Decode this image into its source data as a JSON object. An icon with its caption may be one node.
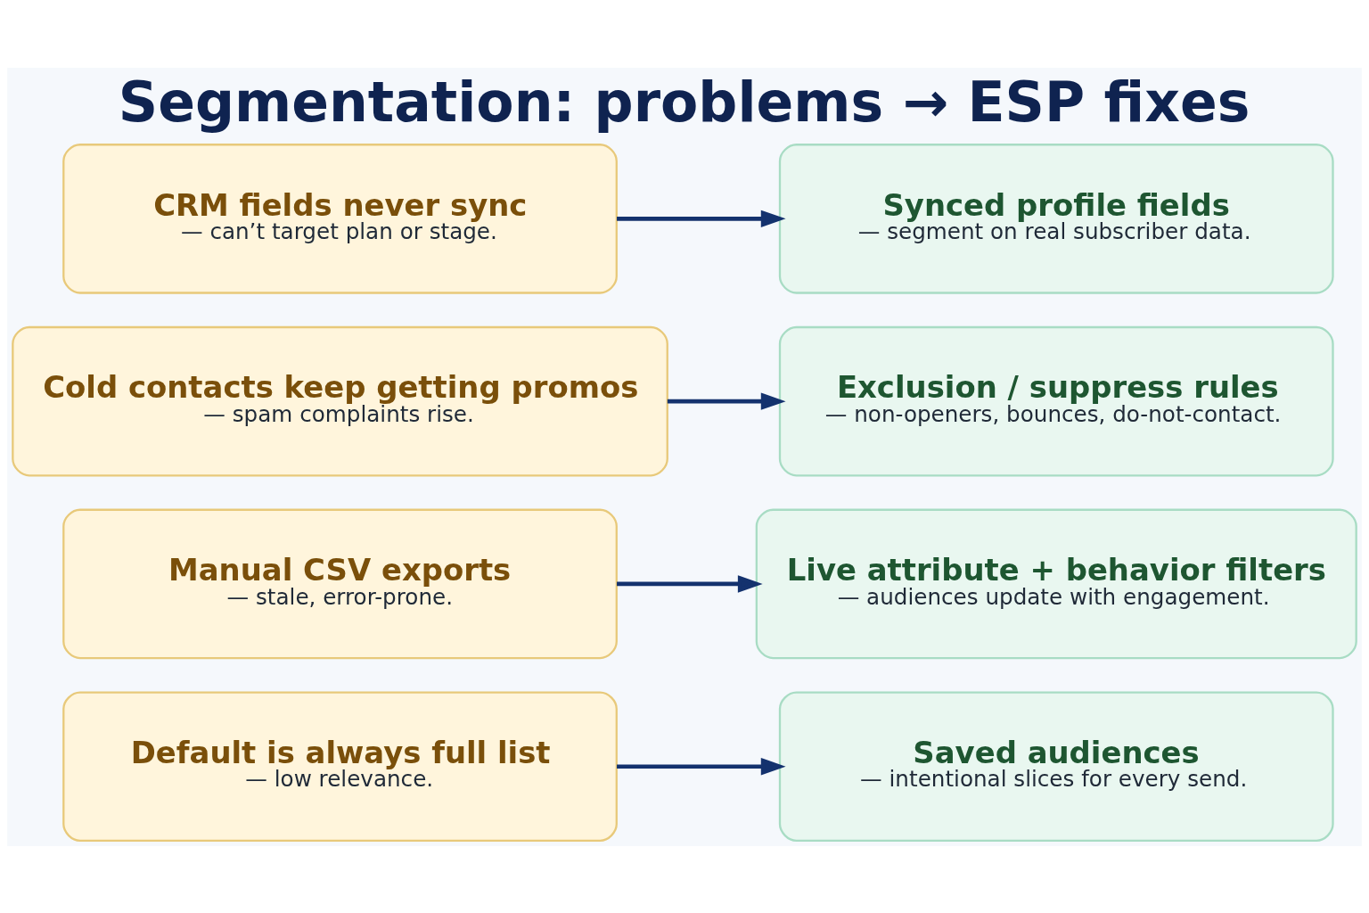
{
  "diagram": {
    "title": "Segmentation: problems → ESP fixes",
    "nodes": [
      {
        "text": [
          "Default is always full list",
          "— low relevance."
        ]
      },
      {
        "text": [
          "Saved audiences",
          "— intentional slices for every send."
        ]
      },
      {
        "text": [
          "Manual CSV exports",
          "— stale, error-prone."
        ]
      },
      {
        "text": [
          "Live attribute + behavior filters",
          "— audiences update with engagement."
        ]
      },
      {
        "text": [
          "Cold contacts keep getting promos",
          "— spam complaints rise."
        ]
      },
      {
        "text": [
          "Exclusion / suppress rules",
          "— non-openers, bounces, do-not-contact."
        ]
      },
      {
        "text": [
          "CRM fields never sync",
          "— can’t target plan or stage."
        ]
      },
      {
        "text": [
          "Synced profile fields",
          "— segment on real subscriber data."
        ]
      }
    ],
    "edges": [
      {
        "from": 0,
        "to": 1,
        "arrow": "to"
      },
      {
        "from": 2,
        "to": 3,
        "arrow": "to"
      },
      {
        "from": 4,
        "to": 5,
        "arrow": "to"
      },
      {
        "from": 6,
        "to": 7,
        "arrow": "to"
      }
    ]
  }
}
